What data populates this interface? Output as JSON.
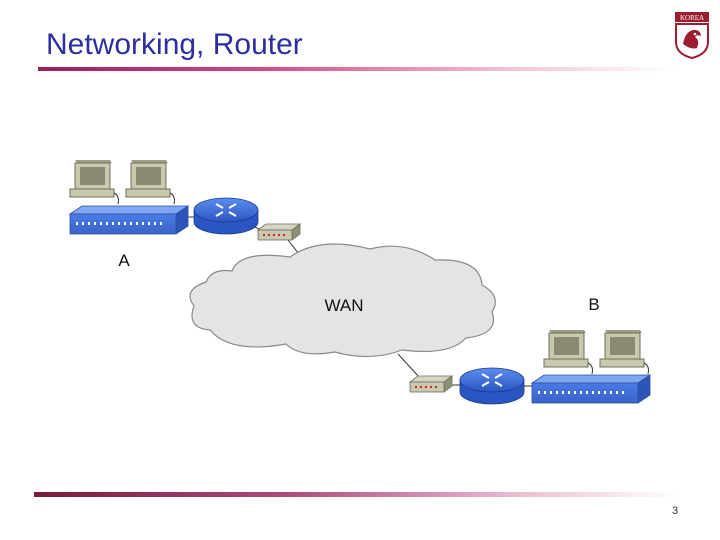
{
  "slide": {
    "title": "Networking, Router",
    "page_number": "3"
  },
  "diagram": {
    "labels": {
      "site_a": "A",
      "site_b": "B",
      "wan": "WAN"
    },
    "colors": {
      "title": "#2b2fa0",
      "switch": "#4f7fe6",
      "router": "#3467d6",
      "cloud": "#e4e4e4",
      "logo": "#9b1d2f"
    },
    "icons": [
      "workstation-icon",
      "switch-icon",
      "router-icon",
      "modem-icon",
      "cloud-icon",
      "university-crest-icon"
    ]
  }
}
